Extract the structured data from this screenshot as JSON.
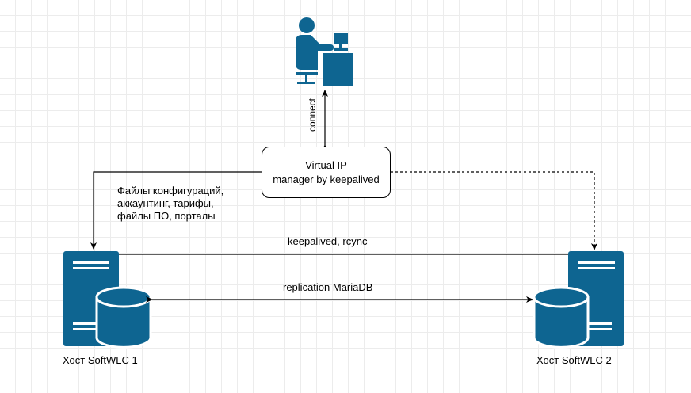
{
  "vip": {
    "line1": "Virtual IP",
    "line2": "manager by keepalived"
  },
  "edges": {
    "connect": "connect",
    "files_line1": "Файлы конфигураций,",
    "files_line2": "аккаунтинг, тарифы,",
    "files_line3": "файлы ПО, порталы",
    "keepalived": "keepalived, rcync",
    "replication": "replication MariaDB"
  },
  "hosts": {
    "host1": "Хост SoftWLC 1",
    "host2": "Хост SoftWLC 2"
  },
  "colors": {
    "icon": "#0e6591",
    "line": "#000000",
    "grid": "#ececec"
  },
  "icons": [
    "user-workstation-icon",
    "server-database-icon",
    "server-database-icon"
  ]
}
